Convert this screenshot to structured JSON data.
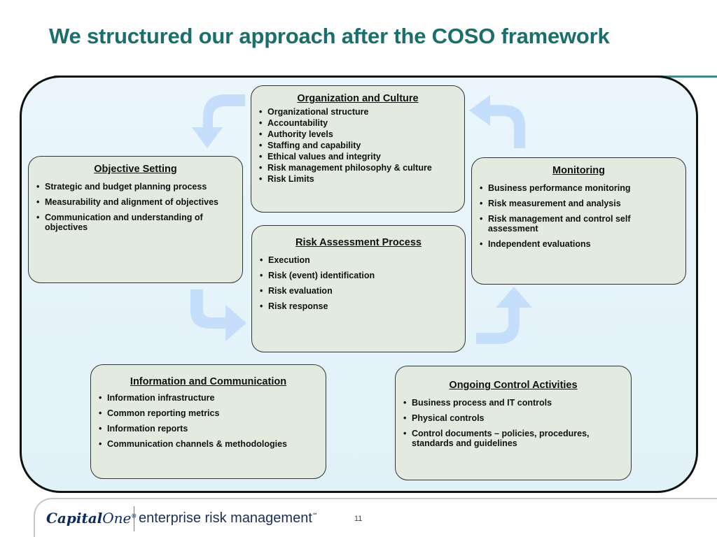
{
  "slide": {
    "title": "We structured our approach after the COSO framework",
    "page_number": "11"
  },
  "boxes": {
    "organization": {
      "title": "Organization and Culture",
      "items": [
        "Organizational structure",
        "Accountability",
        "Authority levels",
        "Staffing and capability",
        "Ethical values and integrity",
        "Risk management philosophy & culture",
        "Risk Limits"
      ]
    },
    "objective": {
      "title": "Objective Setting",
      "items": [
        "Strategic and budget planning process",
        "Measurability and alignment of objectives",
        "Communication and understanding of objectives"
      ]
    },
    "monitoring": {
      "title": "Monitoring",
      "items": [
        "Business performance monitoring",
        "Risk measurement and analysis",
        "Risk management and control self assessment",
        "Independent evaluations"
      ]
    },
    "risk_assessment": {
      "title": "Risk Assessment Process",
      "items": [
        "Execution",
        "Risk (event) identification",
        "Risk evaluation",
        "Risk response"
      ]
    },
    "information": {
      "title": "Information and Communication",
      "items": [
        "Information infrastructure",
        "Common reporting metrics",
        "Information reports",
        "Communication channels & methodologies"
      ]
    },
    "control": {
      "title": "Ongoing Control Activities",
      "items": [
        "Business process and IT controls",
        "Physical controls",
        "Control documents – policies, procedures, standards and guidelines"
      ]
    }
  },
  "footer": {
    "logo_capital": "Capital",
    "logo_one": "One",
    "logo_mark": "®",
    "tagline": "enterprise risk management",
    "tagline_mark": "℠"
  },
  "colors": {
    "title": "#1a6e6b",
    "box_fill": "#e3eadf",
    "frame_fill": "#e1f1f8",
    "arrow": "#c5defb"
  }
}
